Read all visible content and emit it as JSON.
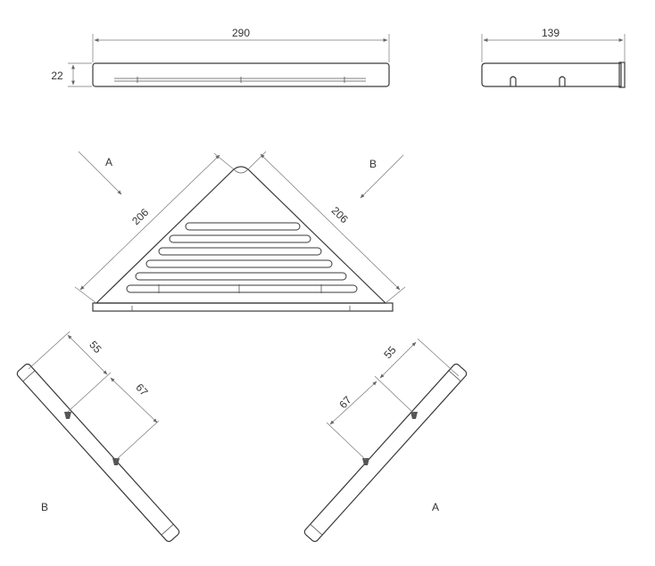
{
  "dimensions": {
    "length": "290",
    "height": "22",
    "depth": "139",
    "side_left": "206",
    "side_right": "206",
    "hole_offset_left": "55",
    "hole_spacing_left": "67",
    "hole_offset_right": "55",
    "hole_spacing_right": "67"
  },
  "view_labels": {
    "arrow_a": "A",
    "arrow_b": "B",
    "view_b_caption": "B",
    "view_a_caption": "A"
  },
  "colors": {
    "line": "#3a3a3a",
    "dimension": "#777777",
    "background": "#ffffff"
  }
}
